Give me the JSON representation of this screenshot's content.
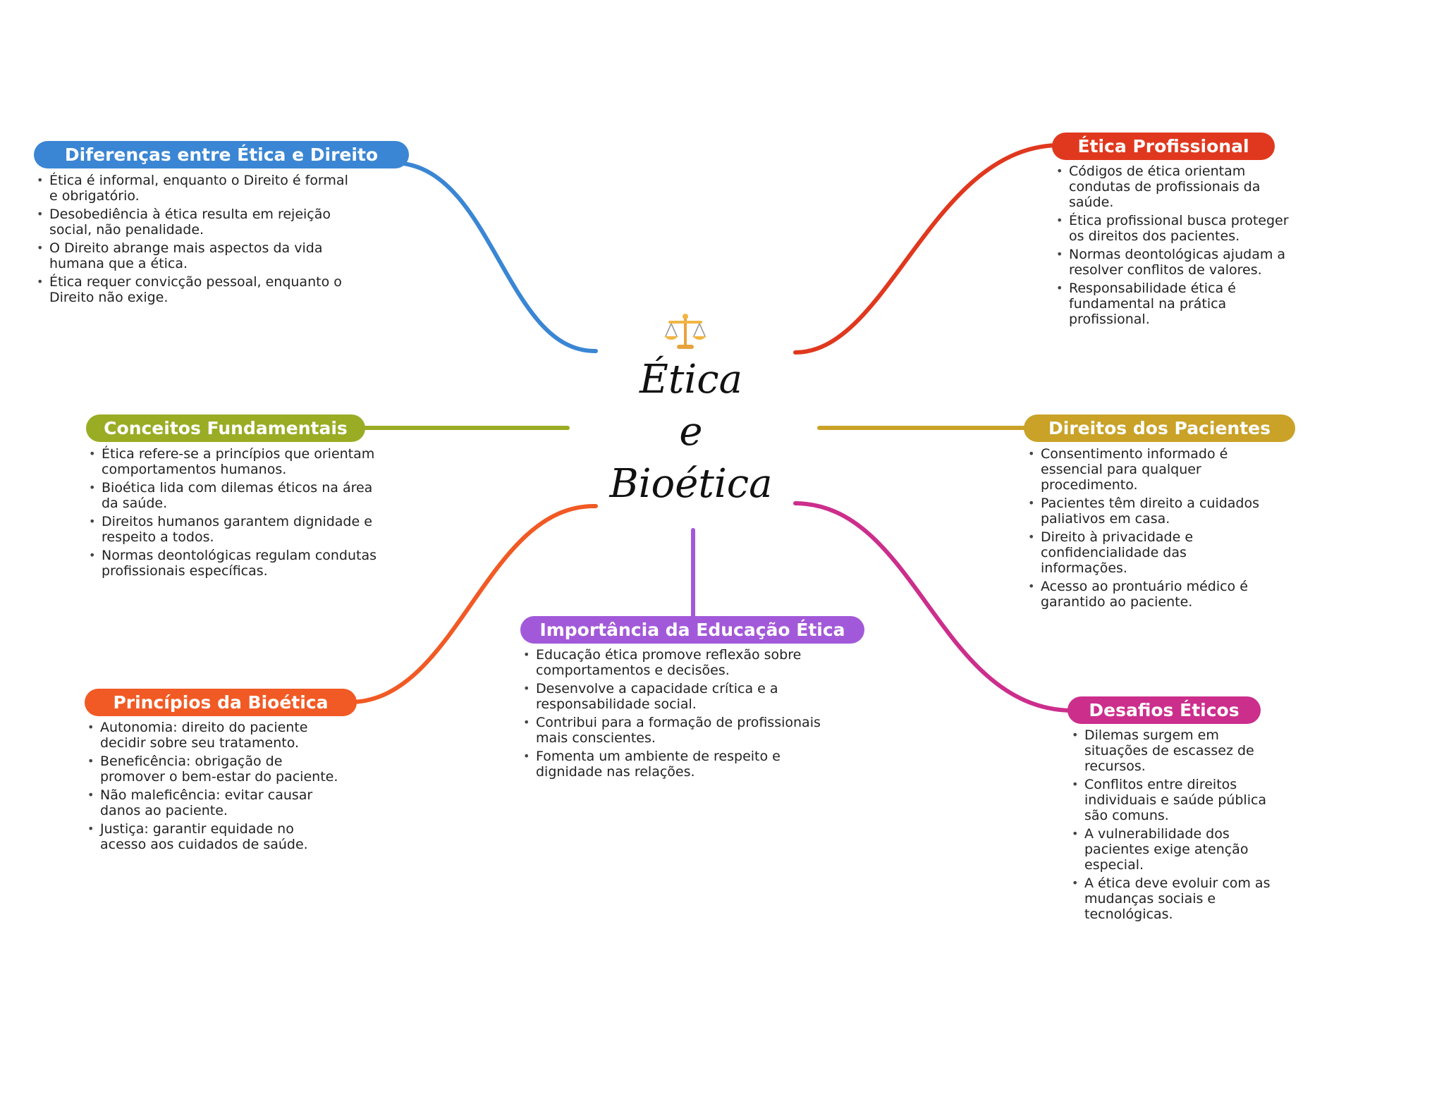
{
  "center": {
    "title_lines": [
      "Ética",
      "e",
      "Bioética"
    ],
    "icon": "balance-scale-icon"
  },
  "topics": [
    {
      "key": "diferencas",
      "title": "Diferenças entre Ética e Direito",
      "color": "#3a86d4",
      "items": [
        "Ética é informal, enquanto o Direito é formal e obrigatório.",
        "Desobediência à ética resulta em rejeição social, não penalidade.",
        "O Direito abrange mais aspectos da vida humana que a ética.",
        "Ética requer convicção pessoal, enquanto o Direito não exige."
      ]
    },
    {
      "key": "conceitos",
      "title": "Conceitos Fundamentais",
      "color": "#9aac24",
      "items": [
        "Ética refere-se a princípios que orientam comportamentos humanos.",
        "Bioética lida com dilemas éticos na área da saúde.",
        "Direitos humanos garantem dignidade e respeito a todos.",
        "Normas deontológicas regulam condutas profissionais específicas."
      ]
    },
    {
      "key": "principios",
      "title": "Princípios da Bioética",
      "color": "#f15a24",
      "items": [
        "Autonomia: direito do paciente decidir sobre seu tratamento.",
        "Beneficência: obrigação de promover o bem-estar do paciente.",
        "Não maleficência: evitar causar danos ao paciente.",
        "Justiça: garantir equidade no acesso aos cuidados de saúde."
      ]
    },
    {
      "key": "educacao",
      "title": "Importância da Educação Ética",
      "color": "#a259d9",
      "items": [
        "Educação ética promove reflexão sobre comportamentos e decisões.",
        "Desenvolve a capacidade crítica e a responsabilidade social.",
        "Contribui para a formação de profissionais mais conscientes.",
        "Fomenta um ambiente de respeito e dignidade nas relações."
      ]
    },
    {
      "key": "profissional",
      "title": "Ética Profissional",
      "color": "#e0381e",
      "items": [
        "Códigos de ética orientam condutas de profissionais da saúde.",
        "Ética profissional busca proteger os direitos dos pacientes.",
        "Normas deontológicas ajudam a resolver conflitos de valores.",
        "Responsabilidade ética é fundamental na prática profissional."
      ]
    },
    {
      "key": "direitos",
      "title": "Direitos dos Pacientes",
      "color": "#c9a227",
      "items": [
        "Consentimento informado é essencial para qualquer procedimento.",
        "Pacientes têm direito a cuidados paliativos em casa.",
        "Direito à privacidade e confidencialidade das informações.",
        "Acesso ao prontuário médico é garantido ao paciente."
      ]
    },
    {
      "key": "desafios",
      "title": "Desafios Éticos",
      "color": "#cc2e8c",
      "items": [
        "Dilemas surgem em situações de escassez de recursos.",
        "Conflitos entre direitos individuais e saúde pública são comuns.",
        "A vulnerabilidade dos pacientes exige atenção especial.",
        "A ética deve evoluir com as mudanças sociais e tecnológicas."
      ]
    }
  ]
}
